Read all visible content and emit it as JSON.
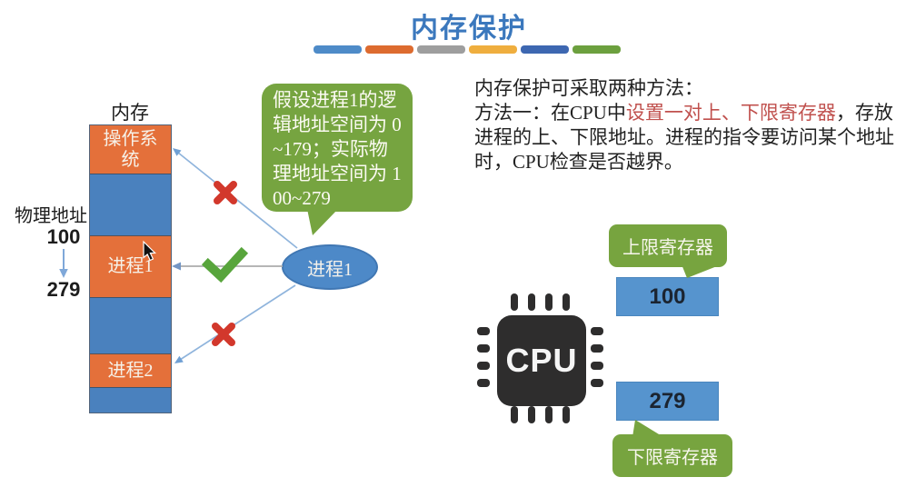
{
  "slide_title": "内存保护",
  "accent_bar_colors": [
    "#4E8BC8",
    "#DD6B2F",
    "#9E9E9E",
    "#EFAE3E",
    "#3D67B1",
    "#6CA03E"
  ],
  "memory_diagram": {
    "title": "内存",
    "axis_label": "物理地址",
    "start_address": "100",
    "end_address": "279",
    "blocks": [
      {
        "label": "操作系统",
        "type": "os"
      },
      {
        "label": "",
        "type": "free"
      },
      {
        "label": "进程1",
        "type": "process"
      },
      {
        "label": "",
        "type": "free"
      },
      {
        "label": "进程2",
        "type": "process"
      },
      {
        "label": "",
        "type": "free"
      }
    ],
    "block_colors": {
      "occupied": "#E4703A",
      "free": "#4A81BE"
    }
  },
  "callout": {
    "text": "假设进程1的逻辑地址空间为 0~179；实际物理地址空间为 100~279",
    "color": "#76A440"
  },
  "process_node": {
    "label": "进程1",
    "color": "#4D89C8"
  },
  "method_text": {
    "line1": "内存保护可采取两种方法：",
    "line2_prefix": "方法一：在CPU中",
    "line2_highlight": "设置一对上、下限寄存器",
    "line2_suffix": "，存放",
    "line3": "进程的上、下限地址。进程的指令要访问某个地址",
    "line4": "时，CPU检查是否越界。",
    "highlight_color": "#C0504D"
  },
  "cpu": {
    "label": "CPU"
  },
  "registers": {
    "upper": {
      "tag": "上限寄存器",
      "value": "100"
    },
    "lower": {
      "tag": "下限寄存器",
      "value": "279"
    }
  },
  "status_colors": {
    "allowed_check": "#58A53C",
    "denied_cross": "#D2382C"
  },
  "icons": {
    "check_icon": "✔",
    "cross_icon": "✖",
    "down_arrow_icon": "↓",
    "cpu_chip_icon": "black chip with pins (CSS shape)",
    "mouse_cursor_icon": "pointer arrow (inline SVG)"
  }
}
